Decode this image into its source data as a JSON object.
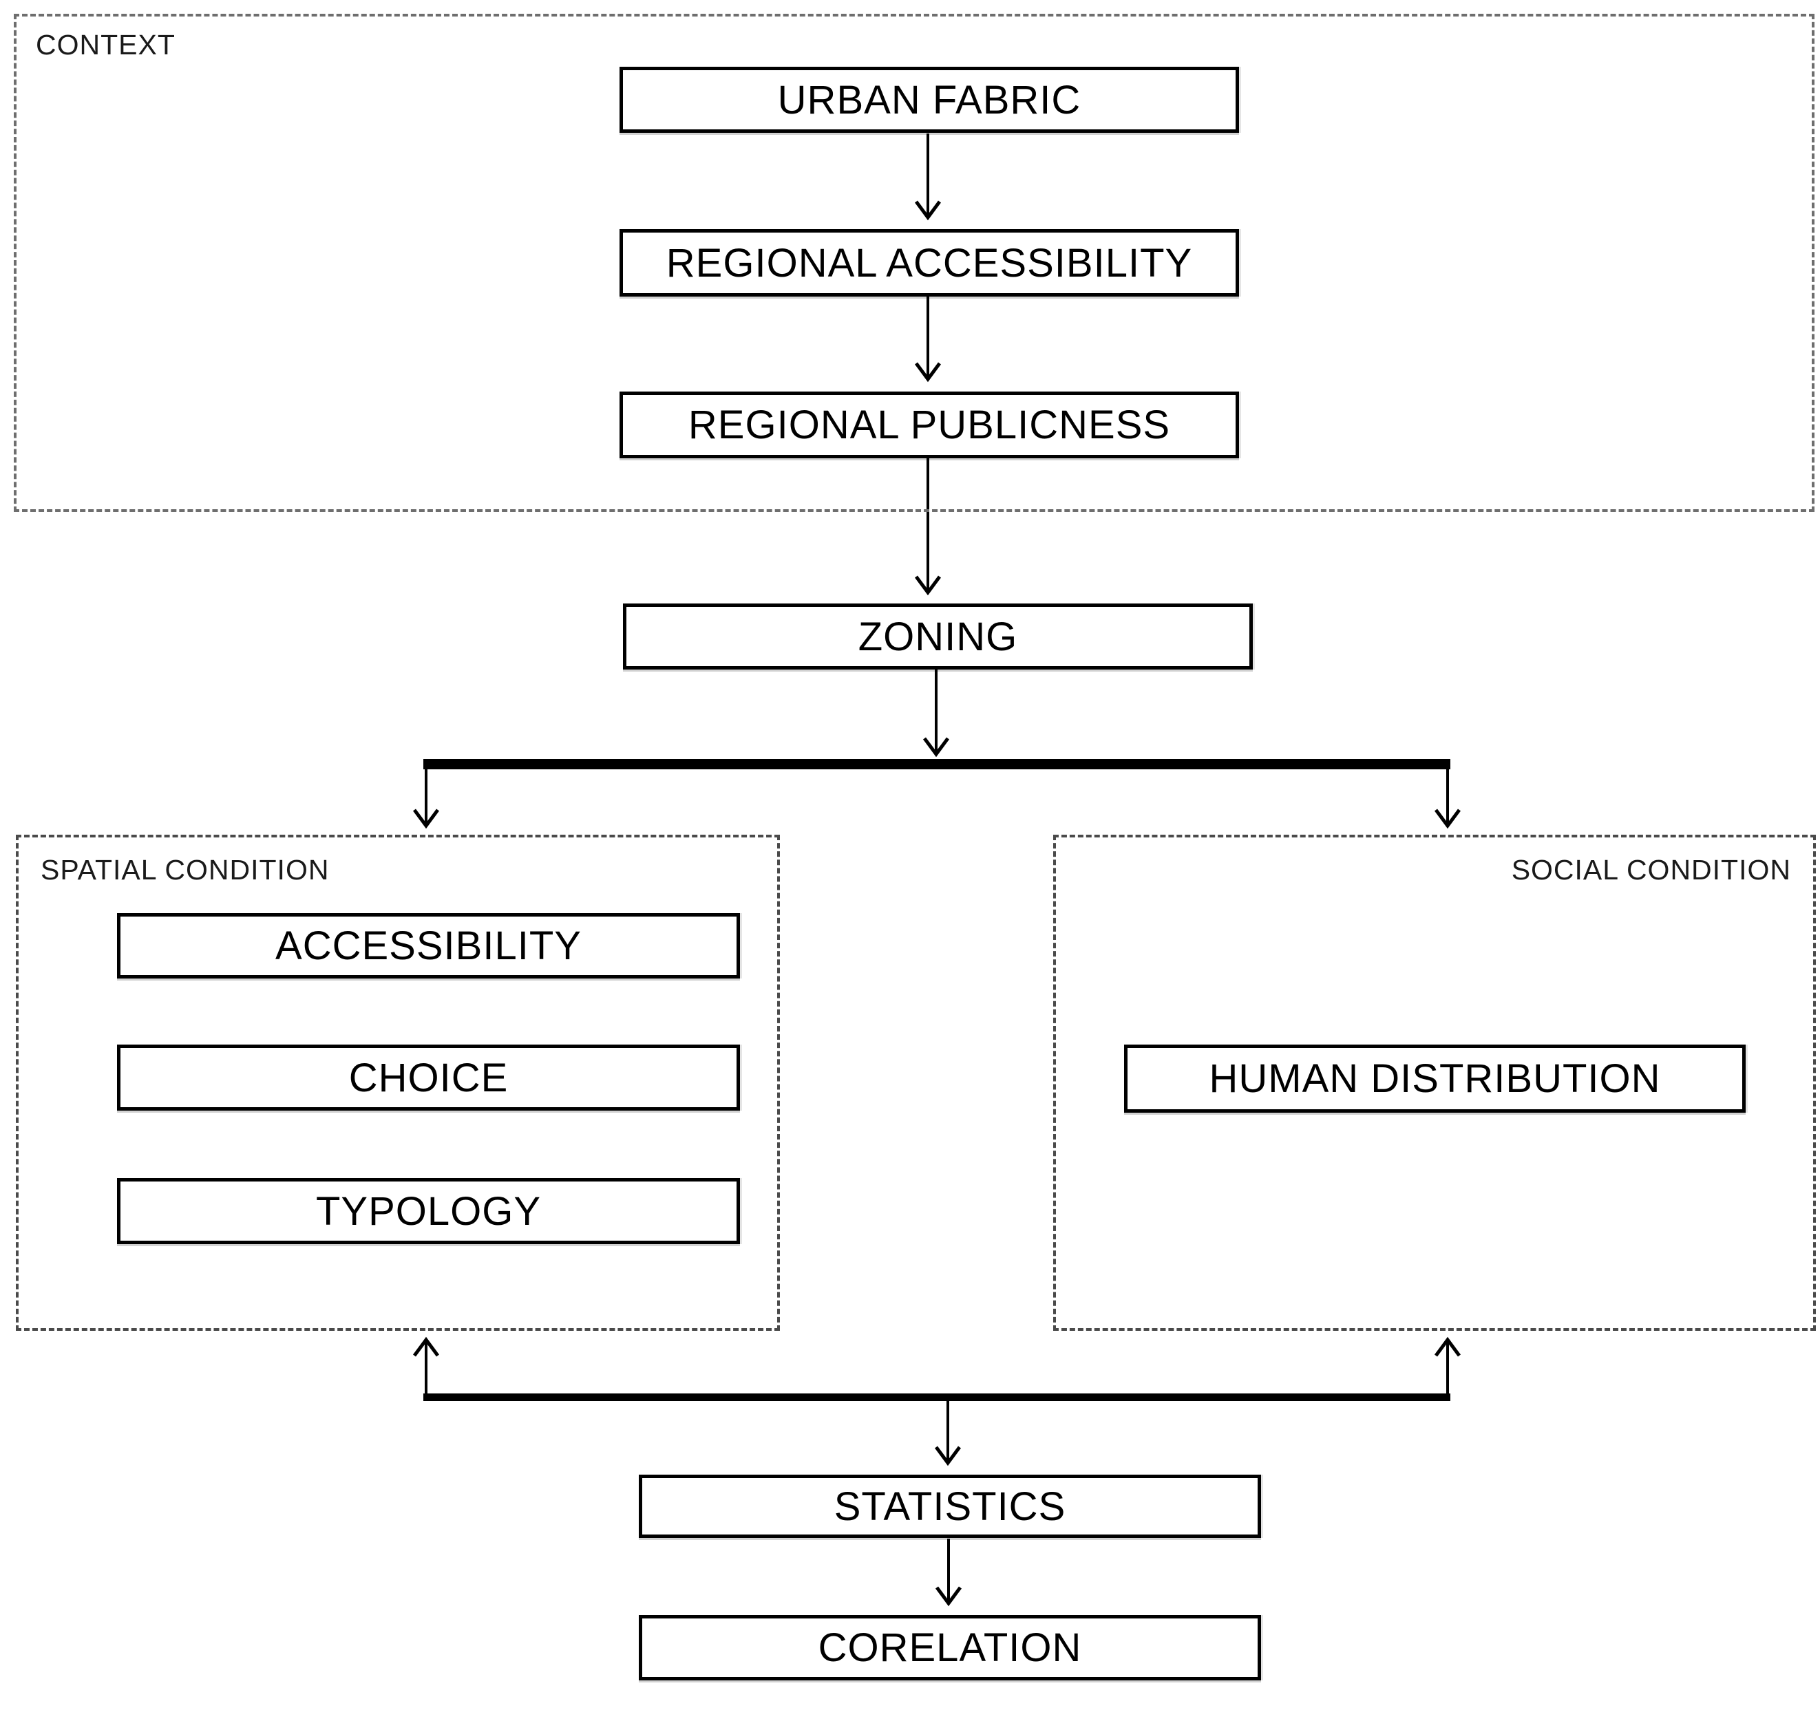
{
  "diagram": {
    "groups": {
      "context": "CONTEXT",
      "spatial": "SPATIAL CONDITION",
      "social": "SOCIAL CONDITION"
    },
    "nodes": {
      "urban_fabric": "URBAN FABRIC",
      "regional_accessibility": "REGIONAL ACCESSIBILITY",
      "regional_publicness": "REGIONAL PUBLICNESS",
      "zoning": "ZONING",
      "accessibility": "ACCESSIBILITY",
      "choice": "CHOICE",
      "typology": "TYPOLOGY",
      "human_distribution": "HUMAN DISTRIBUTION",
      "statistics": "STATISTICS",
      "corelation": "CORELATION"
    },
    "colors": {
      "background": "#ffffff",
      "line": "#000000",
      "text": "#000000",
      "context_dash": "#6e6e6e",
      "condition_dash": "#4a4a4a"
    }
  }
}
